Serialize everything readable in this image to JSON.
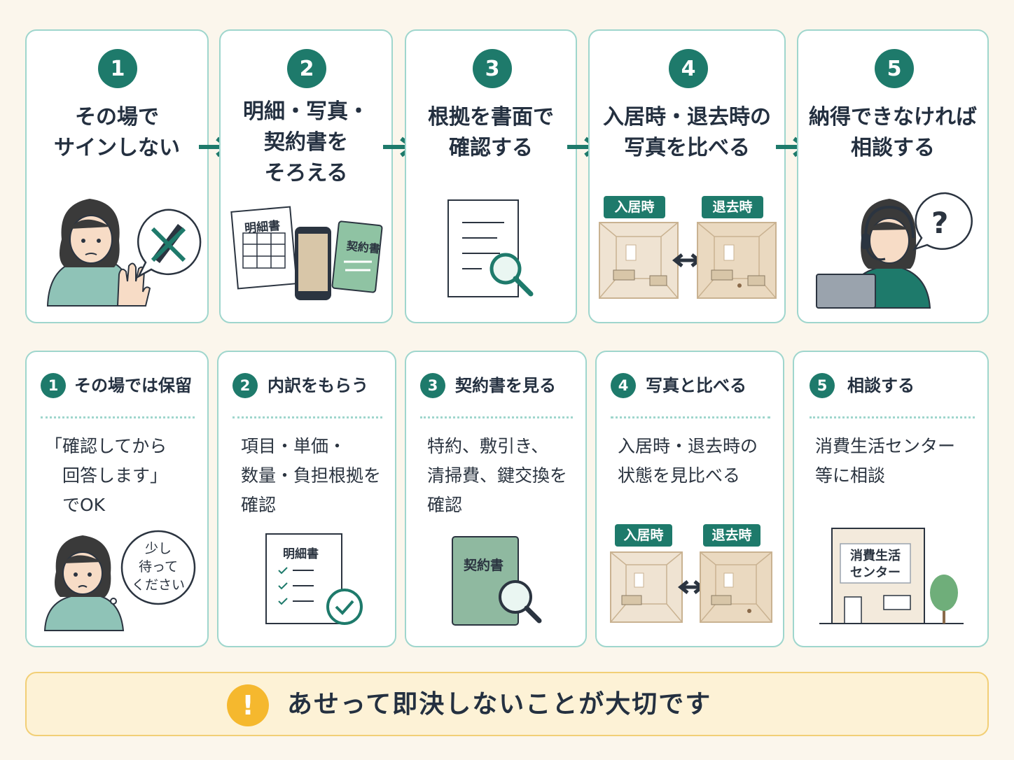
{
  "steps": [
    {
      "number": "1",
      "title_lines": [
        "その場で",
        "サインしない"
      ]
    },
    {
      "number": "2",
      "title_lines": [
        "明細・写真・",
        "契約書を",
        "そろえる"
      ],
      "doc_label": "明細書",
      "contract_label": "契約書"
    },
    {
      "number": "3",
      "title_lines": [
        "根拠を書面で",
        "確認する"
      ]
    },
    {
      "number": "4",
      "title_lines": [
        "入居時・退去時の",
        "写真を比べる"
      ],
      "tag_in": "入居時",
      "tag_out": "退去時"
    },
    {
      "number": "5",
      "title_lines": [
        "納得できなければ",
        "相談する"
      ],
      "bubble": "?"
    }
  ],
  "details": [
    {
      "number": "1",
      "title": "その場では保留",
      "lines": [
        "「確認してから",
        "　回答します」",
        "　でOK"
      ],
      "bubble_lines": [
        "少し",
        "待って",
        "ください"
      ]
    },
    {
      "number": "2",
      "title": "内訳をもらう",
      "lines": [
        "項目・単価・",
        "数量・負担根拠を",
        "確認"
      ],
      "doc_label": "明細書"
    },
    {
      "number": "3",
      "title": "契約書を見る",
      "lines": [
        "特約、敷引き、",
        "清掃費、鍵交換を",
        "確認"
      ],
      "doc_label": "契約書"
    },
    {
      "number": "4",
      "title": "写真と比べる",
      "lines": [
        "入居時・退去時の",
        "状態を見比べる"
      ],
      "tag_in": "入居時",
      "tag_out": "退去時"
    },
    {
      "number": "5",
      "title": "相談する",
      "lines": [
        "消費生活センター",
        "等に相談"
      ],
      "building_lines": [
        "消費生活",
        "センター"
      ]
    }
  ],
  "footer": {
    "icon": "!",
    "message": "あせって即決しないことが大切です"
  },
  "colors": {
    "accent": "#1e7a6b",
    "card_border": "#9fd6cd",
    "warning": "#f5b82e",
    "background": "#fbf6ec"
  }
}
